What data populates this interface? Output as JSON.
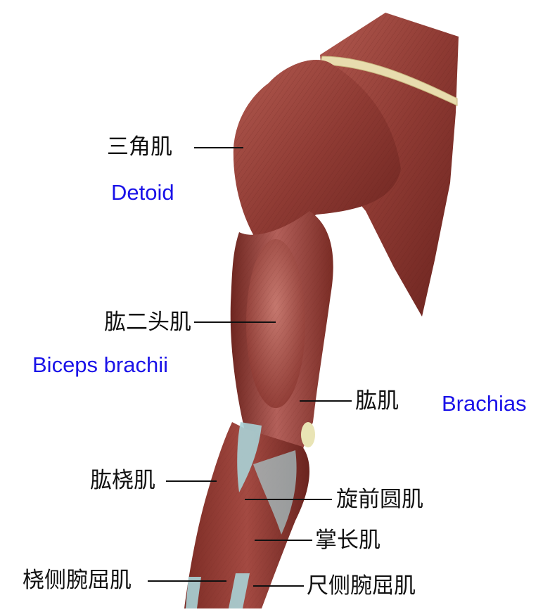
{
  "labels_cn": {
    "deltoid": "三角肌",
    "biceps": "肱二头肌",
    "brachialis": "肱肌",
    "brachioradialis": "肱桡肌",
    "pronator_teres": "旋前圆肌",
    "palmaris_longus": "掌长肌",
    "flexor_carpi_radialis": "桡侧腕屈肌",
    "flexor_carpi_ulnaris": "尺侧腕屈肌"
  },
  "labels_en": {
    "deltoid": "Detoid",
    "biceps": "Biceps brachii",
    "brachialis": "Brachias"
  },
  "colors": {
    "muscle": "#8e3a33",
    "muscle_dark": "#5e1f1b",
    "muscle_light": "#b8655a",
    "tendon": "#a9d2d6",
    "clavicle_band": "#e8dcae",
    "english_label": "#1a12e8",
    "leader_line": "#111111"
  }
}
